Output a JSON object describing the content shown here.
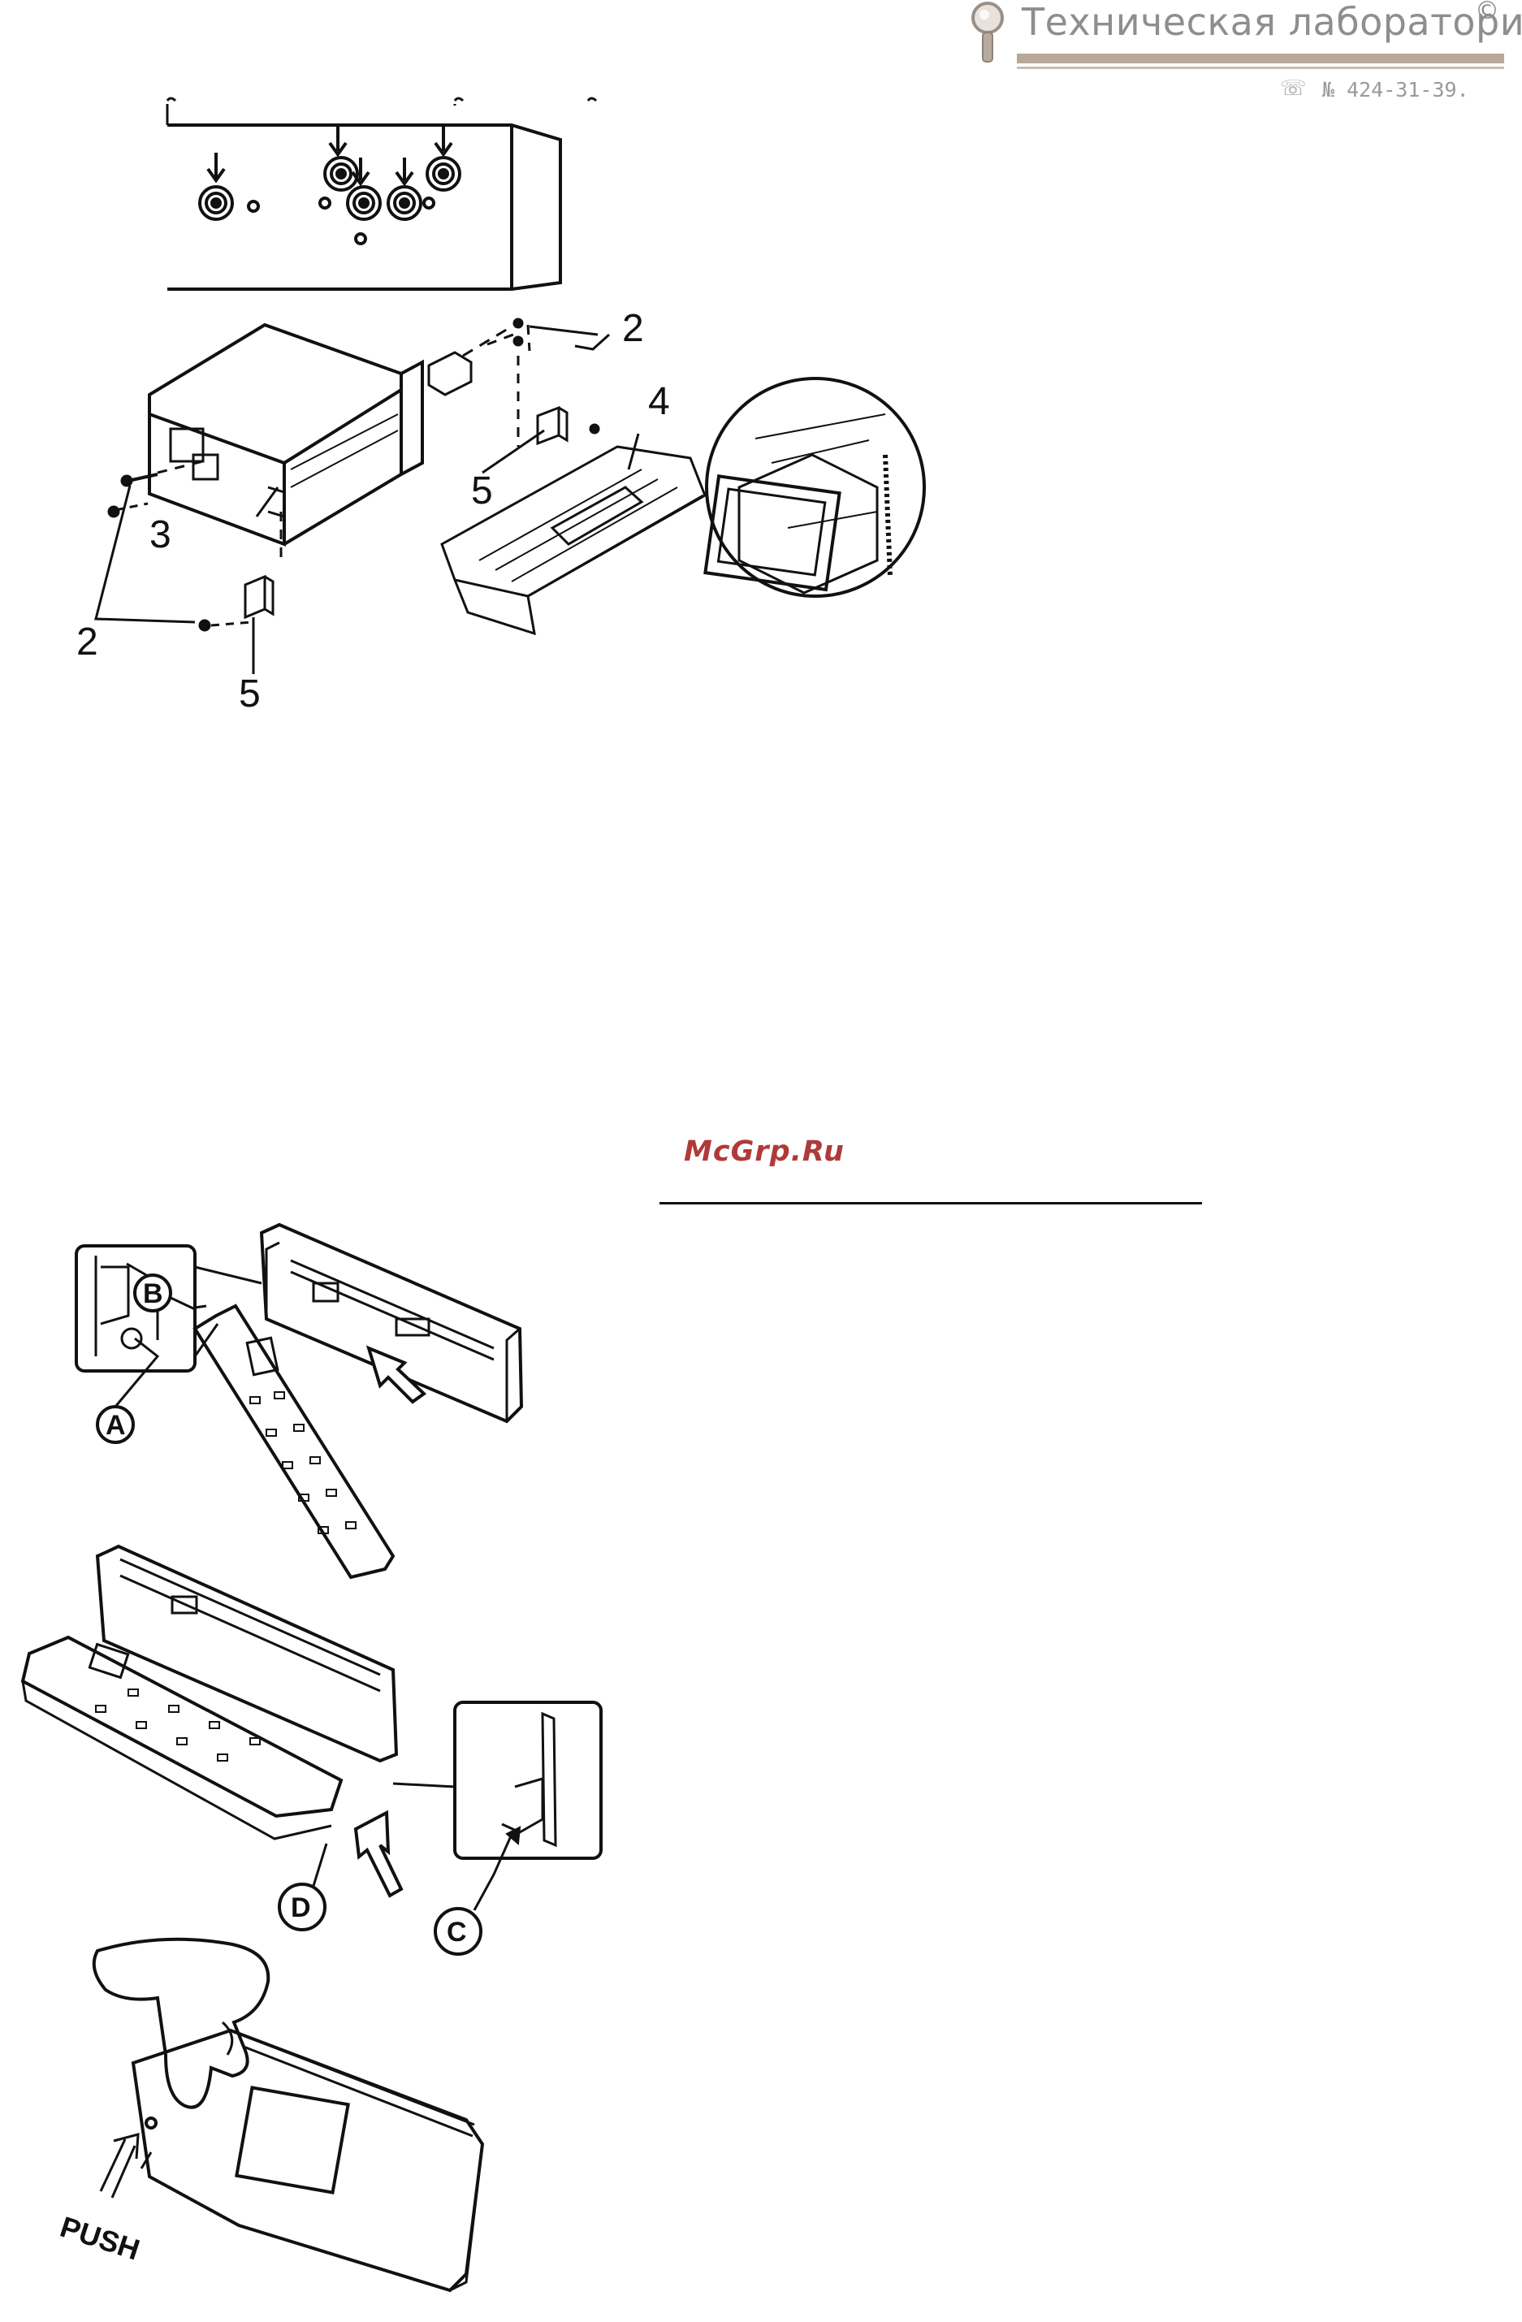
{
  "header": {
    "title": "Техническая лаборатория",
    "copyright_mark": "©",
    "phone": "№ 424-31-39.",
    "phone_icon": "phone-icon"
  },
  "watermark": {
    "site": "McGrp.Ru"
  },
  "figure_installation": {
    "part_numbers": [
      "2",
      "2",
      "3",
      "4",
      "5",
      "5"
    ]
  },
  "figure_panel_attach": {
    "labels": [
      "A",
      "B",
      "C",
      "D"
    ]
  },
  "figure_panel_release": {
    "push_label": "PUSH"
  }
}
